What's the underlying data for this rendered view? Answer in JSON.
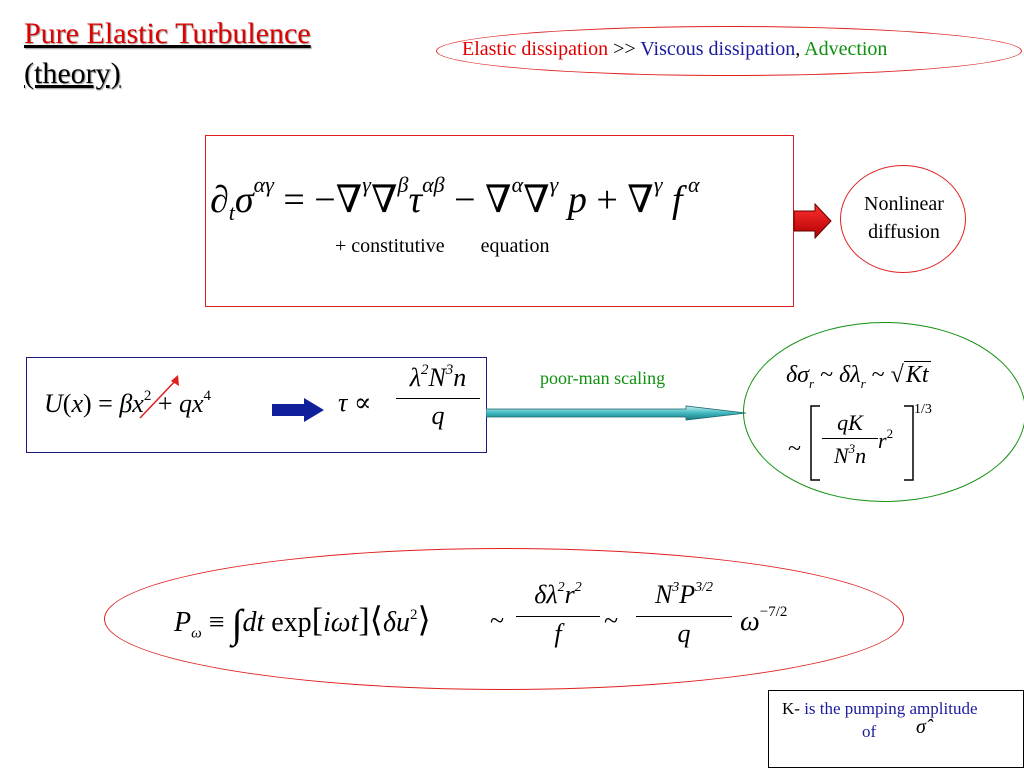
{
  "title": {
    "line1": "Pure Elastic Turbulence",
    "line2": "(theory)"
  },
  "top_ellipse": {
    "part1": "Elastic dissipation",
    "sep": " >> ",
    "part2": "Viscous dissipation",
    "comma": ", ",
    "part3": "Advection"
  },
  "main_box": {
    "constitutive_label": "+ constitutive",
    "equation_label": "equation"
  },
  "nonlinear": {
    "line1": "Nonlinear",
    "line2": "diffusion"
  },
  "scaling_label": "poor-man scaling",
  "footnote": {
    "prefix": "K-",
    "text": "is the pumping amplitude",
    "of": "of"
  },
  "colors": {
    "red": "#e00000",
    "blue": "#1a1aa0",
    "green": "#109010",
    "arrow_navy": "#10209a"
  }
}
